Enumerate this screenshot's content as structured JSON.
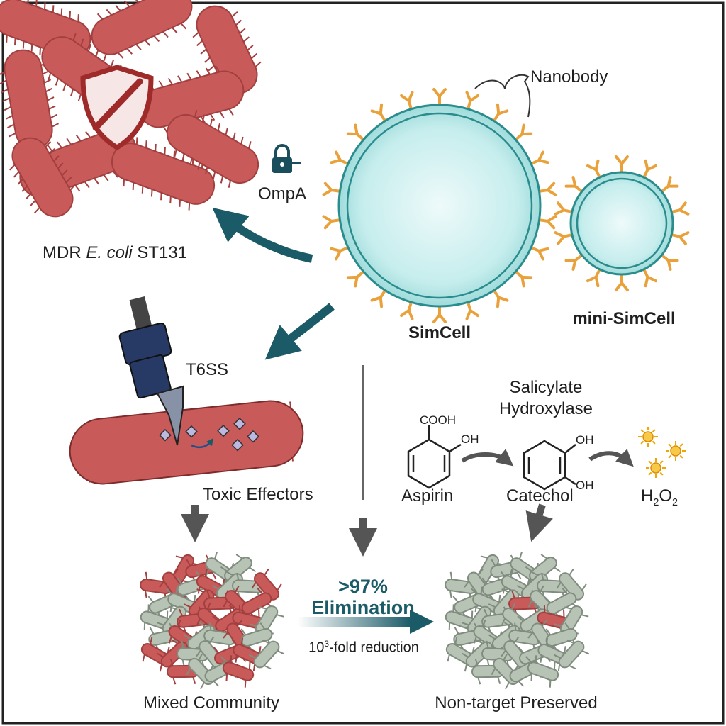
{
  "labels": {
    "nanobody": "Nanobody",
    "ompa": "OmpA",
    "mdr_prefix": "MDR ",
    "mdr_species": "E. coli",
    "mdr_suffix": " ST131",
    "simcell": "SimCell",
    "mini_simcell": "mini-SimCell",
    "t6ss": "T6SS",
    "toxic_effectors": "Toxic Effectors",
    "enzyme_line1": "Salicylate",
    "enzyme_line2": "Hydroxylase",
    "cooh": "COOH",
    "oh": "OH",
    "aspirin": "Aspirin",
    "catechol": "Catechol",
    "h2o2_h": "H",
    "h2o2_2a": "2",
    "h2o2_o": "O",
    "h2o2_2b": "2",
    "elimination_pct": ">97%",
    "elimination": "Elimination",
    "fold_base": "10",
    "fold_exp": "3",
    "fold_rest": "-fold reduction",
    "mixed_community": "Mixed Community",
    "non_target": "Non-target Preserved"
  },
  "icons": [
    "shield-icon",
    "lock-icon",
    "syringe-icon",
    "sun-icon",
    "arrow-icon"
  ],
  "colors": {
    "bacteria_red": "#c95a5a",
    "bacteria_grey": "#b7c4b5",
    "simcell_teal": "#8fd4d4",
    "membrane": "#2a8c8c",
    "nanobody_orange": "#e9a23b",
    "arrow_teal": "#1b5b68",
    "arrow_grey": "#555555"
  }
}
